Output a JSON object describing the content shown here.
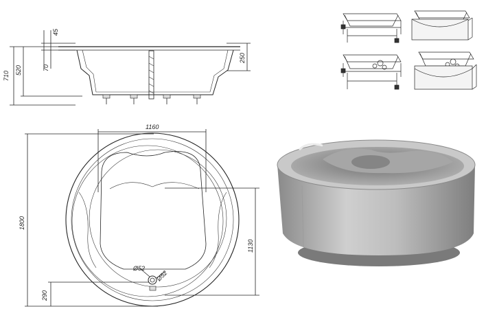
{
  "side_view": {
    "dims": {
      "height_total": "710",
      "height_body": "520",
      "rim_height": "45",
      "inner_step": "70",
      "seat_height": "250"
    }
  },
  "top_view": {
    "dims": {
      "diameter": "1800",
      "inner_width": "1160",
      "inner_depth": "1130",
      "drain_offset": "290",
      "drain1": "Ø52",
      "drain2": "Ø52"
    }
  },
  "colors": {
    "line": "#222222",
    "tub_gray": "#9a9a9a"
  }
}
